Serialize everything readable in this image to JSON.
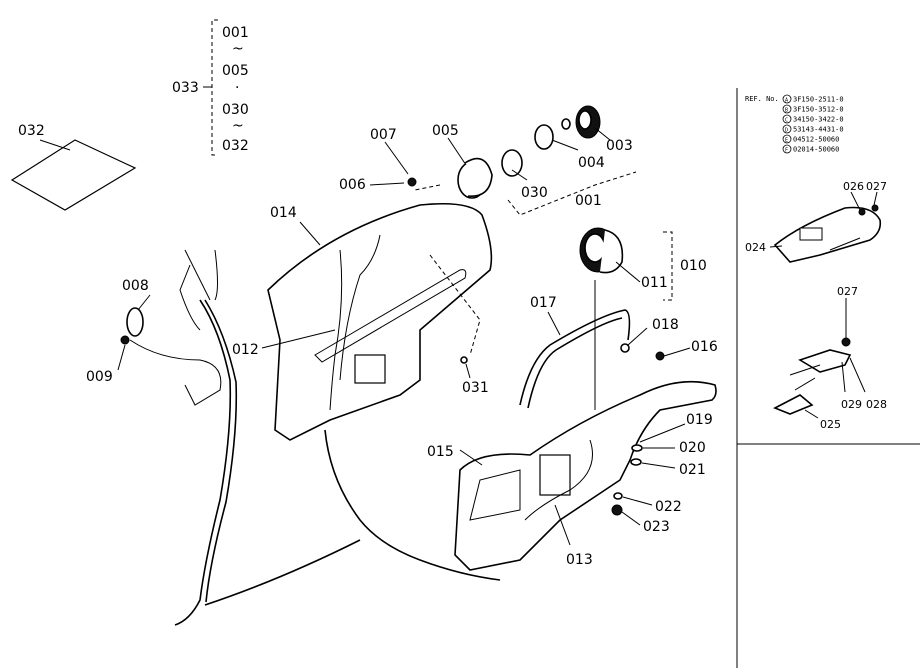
{
  "labels": [
    {
      "id": "001a",
      "text": "001"
    },
    {
      "id": "tilde1",
      "text": "~"
    },
    {
      "id": "005a",
      "text": "005"
    },
    {
      "id": "dot1",
      "text": "·"
    },
    {
      "id": "030a",
      "text": "030"
    },
    {
      "id": "tilde2",
      "text": "~"
    },
    {
      "id": "032a",
      "text": "032"
    },
    {
      "id": "033",
      "text": "033"
    },
    {
      "id": "032",
      "text": "032"
    },
    {
      "id": "007",
      "text": "007"
    },
    {
      "id": "005",
      "text": "005"
    },
    {
      "id": "006",
      "text": "006"
    },
    {
      "id": "030",
      "text": "030"
    },
    {
      "id": "004",
      "text": "004"
    },
    {
      "id": "003",
      "text": "003"
    },
    {
      "id": "001",
      "text": "001"
    },
    {
      "id": "014",
      "text": "014"
    },
    {
      "id": "008",
      "text": "008"
    },
    {
      "id": "009",
      "text": "009"
    },
    {
      "id": "012",
      "text": "012"
    },
    {
      "id": "031",
      "text": "031"
    },
    {
      "id": "011",
      "text": "011"
    },
    {
      "id": "010",
      "text": "010"
    },
    {
      "id": "017",
      "text": "017"
    },
    {
      "id": "018",
      "text": "018"
    },
    {
      "id": "016",
      "text": "016"
    },
    {
      "id": "019",
      "text": "019"
    },
    {
      "id": "020",
      "text": "020"
    },
    {
      "id": "021",
      "text": "021"
    },
    {
      "id": "015",
      "text": "015"
    },
    {
      "id": "022",
      "text": "022"
    },
    {
      "id": "023",
      "text": "023"
    },
    {
      "id": "013",
      "text": "013"
    },
    {
      "id": "026",
      "text": "026"
    },
    {
      "id": "027",
      "text": "027"
    },
    {
      "id": "024",
      "text": "024"
    },
    {
      "id": "027b",
      "text": "027"
    },
    {
      "id": "029",
      "text": "029"
    },
    {
      "id": "028",
      "text": "028"
    },
    {
      "id": "025",
      "text": "025"
    }
  ],
  "ref_table": {
    "header": "REF. No.",
    "entries": [
      {
        "mark": "A",
        "code": "3F150-2511-0"
      },
      {
        "mark": "B",
        "code": "3F150-3512-0"
      },
      {
        "mark": "C",
        "code": "34150-3422-0"
      },
      {
        "mark": "D",
        "code": "53143-4431-0"
      },
      {
        "mark": "E",
        "code": "04512-50060"
      },
      {
        "mark": "F",
        "code": "02014-50060"
      }
    ]
  }
}
